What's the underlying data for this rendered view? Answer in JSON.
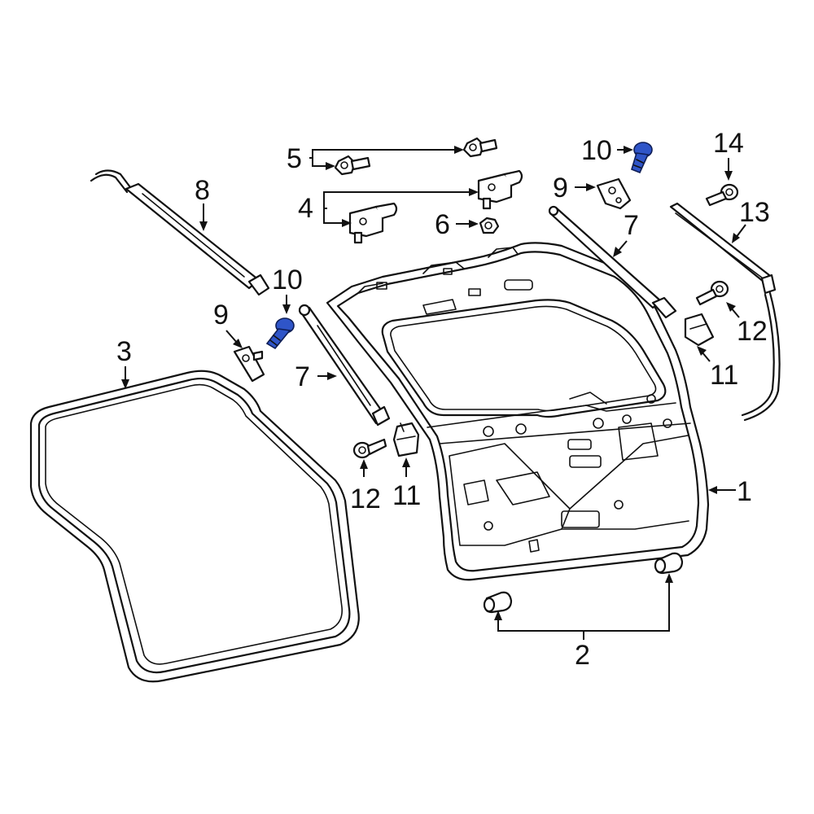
{
  "callouts": {
    "c1": "1",
    "c2": "2",
    "c3": "3",
    "c4": "4",
    "c5": "5",
    "c6": "6",
    "c7_left": "7",
    "c7_right": "7",
    "c8": "8",
    "c9_left": "9",
    "c9_right": "9",
    "c10_left": "10",
    "c10_right": "10",
    "c11_left": "11",
    "c11_right": "11",
    "c12_left": "12",
    "c12_right": "12",
    "c13": "13",
    "c14": "14"
  },
  "colors": {
    "line": "#111111",
    "highlight": "#2f55c8",
    "background": "#ffffff"
  }
}
